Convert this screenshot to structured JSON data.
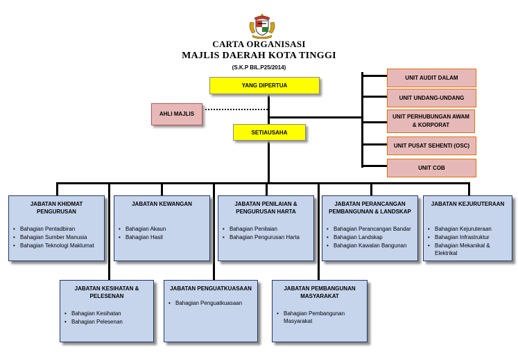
{
  "header": {
    "title": "CARTA ORGANISASI",
    "subtitle": "MAJLIS DAERAH KOTA TINGGI",
    "reference": "(S.K.P BIL.P25/2014)"
  },
  "top": {
    "president": "YANG DIPERTUA",
    "council_members": "AHLI MAJLIS",
    "secretary": "SETIAUSAHA"
  },
  "units": [
    "UNIT AUDIT DALAM",
    "UNIT UNDANG-UNDANG",
    "UNIT PERHUBUNGAN AWAM & KORPORAT",
    "UNIT PUSAT SEHENTI (OSC)",
    "UNIT COB"
  ],
  "departments": [
    {
      "name": "JABATAN KHIDMAT PENGURUSAN",
      "sections": [
        "Bahagian Pentadbiran",
        "Bahagian Sumber Manusia",
        "Bahagian Teknologi Maklumat"
      ]
    },
    {
      "name": "JABATAN KEWANGAN",
      "sections": [
        "Bahagian Akaun",
        "Bahagian Hasil"
      ]
    },
    {
      "name": "JABATAN PENILAIAN & PENGURUSAN HARTA",
      "sections": [
        "Bahagian Penilaian",
        "Bahagian Pengurusan Harta"
      ]
    },
    {
      "name": "JABATAN PERANCANGAN PEMBANGUNAN & LANDSKAP",
      "sections": [
        "Bahagian Perancangan Bandar",
        "Bahagian Landskap",
        "Bahagian Kawalan Bangunan"
      ]
    },
    {
      "name": "JABATAN KEJURUTERAAN",
      "sections": [
        "Bahagian Kejuruteraan",
        "Bahagian Infrastruktur",
        "Bahagian Mekanikal & Elektrikal"
      ]
    },
    {
      "name": "JABATAN KESIHATAN  & PELESENAN",
      "sections": [
        "Bahagian Kesihatan",
        "Bahagian Pelesenan"
      ]
    },
    {
      "name": "JABATAN PENGUATKUASAAN",
      "sections": [
        "Bahagian Penguatkuasaan"
      ]
    },
    {
      "name": "JABATAN PEMBANGUNAN MASYARAKAT",
      "sections": [
        "Bahagian Pembangunan Masyarakat"
      ]
    }
  ],
  "colors": {
    "yellow_box": "#ffff00",
    "unit_box": "#e6b9b8",
    "dept_box": "#c6d4ec"
  }
}
